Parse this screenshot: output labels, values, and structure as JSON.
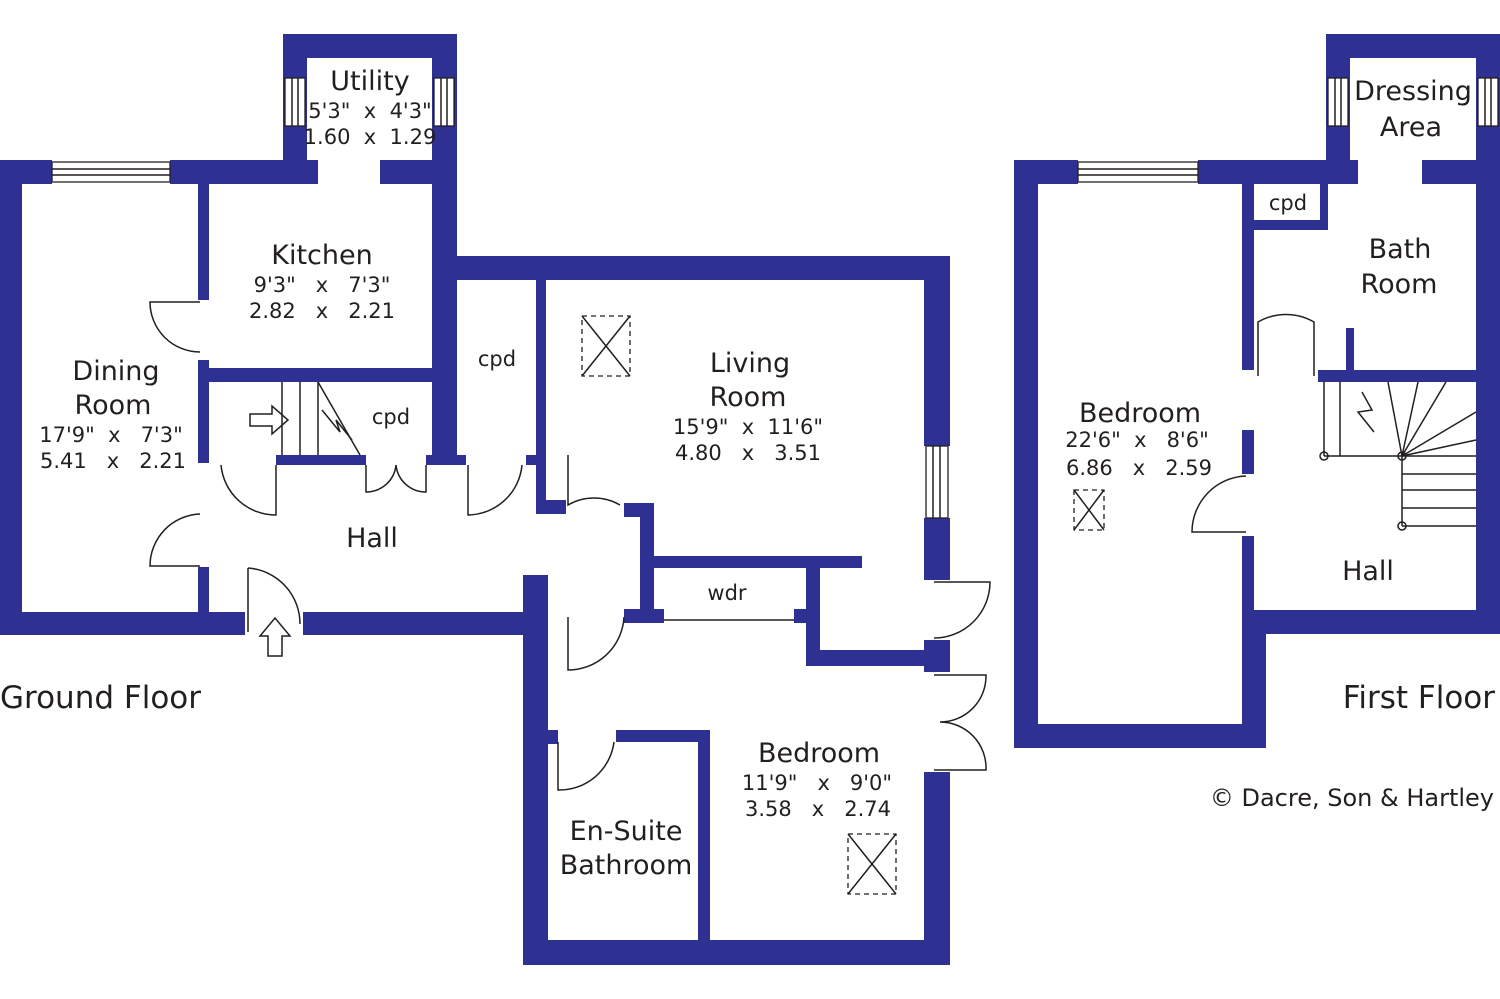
{
  "ground_floor": {
    "label": "Ground Floor",
    "rooms": {
      "utility": {
        "name": [
          "Utility"
        ],
        "dims": [
          "5'3\"  x  4'3\"",
          "1.60  x  1.29"
        ]
      },
      "kitchen": {
        "name": [
          "Kitchen"
        ],
        "dims": [
          "9'3\"   x   7'3\"",
          "2.82   x   2.21"
        ]
      },
      "dining": {
        "name": [
          "Dining",
          "Room"
        ],
        "dims": [
          "17'9\"  x   7'3\"",
          "5.41   x   2.21"
        ]
      },
      "living": {
        "name": [
          "Living",
          "Room"
        ],
        "dims": [
          "15'9\"  x  11'6\"",
          "4.80   x   3.51"
        ]
      },
      "hall": {
        "name": [
          "Hall"
        ]
      },
      "cpd_stairs": {
        "name": [
          "cpd"
        ]
      },
      "cpd_center": {
        "name": [
          "cpd"
        ]
      },
      "wdr": {
        "name": [
          "wdr"
        ]
      },
      "bedroom": {
        "name": [
          "Bedroom"
        ],
        "dims": [
          "11'9\"   x   9'0\"",
          "3.58   x   2.74"
        ]
      },
      "ensuite": {
        "name": [
          "En-Suite",
          "Bathroom"
        ]
      }
    }
  },
  "first_floor": {
    "label": "First Floor",
    "rooms": {
      "dressing": {
        "name": [
          "Dressing",
          "Area"
        ]
      },
      "cpd": {
        "name": [
          "cpd"
        ]
      },
      "bath": {
        "name": [
          "Bath",
          "Room"
        ]
      },
      "bedroom": {
        "name": [
          "Bedroom"
        ],
        "dims": [
          "22'6\"  x   8'6\"",
          "6.86   x   2.59"
        ]
      },
      "hall": {
        "name": [
          "Hall"
        ]
      }
    }
  },
  "copyright": "© Dacre, Son & Hartley",
  "colors": {
    "wall": "#2e3192",
    "text": "#231f20",
    "background": "#ffffff"
  }
}
